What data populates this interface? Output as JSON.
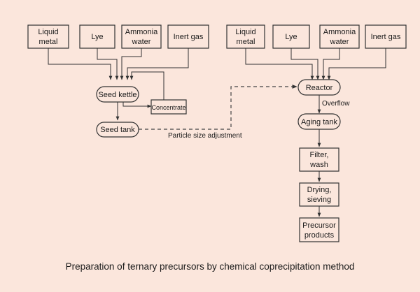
{
  "left_inputs": [
    {
      "line1": "Liquid",
      "line2": "metal"
    },
    {
      "line1": "Lye",
      "line2": ""
    },
    {
      "line1": "Ammonia",
      "line2": "water"
    },
    {
      "line1": "Inert gas",
      "line2": ""
    }
  ],
  "right_inputs": [
    {
      "line1": "Liquid",
      "line2": "metal"
    },
    {
      "line1": "Lye",
      "line2": ""
    },
    {
      "line1": "Ammonia",
      "line2": "water"
    },
    {
      "line1": "Inert gas",
      "line2": ""
    }
  ],
  "seed_kettle": "Seed kettle",
  "concentrate": "Concentrate",
  "seed_tank": "Seed tank",
  "particle_size_label": "Particle size adjustment",
  "reactor": "Reactor",
  "overflow_label": "Overflow",
  "aging_tank": "Aging tank",
  "filter": {
    "line1": "Filter,",
    "line2": "wash"
  },
  "drying": {
    "line1": "Drying,",
    "line2": "sieving"
  },
  "precursor": {
    "line1": "Precursor",
    "line2": "products"
  },
  "caption": "Preparation of ternary precursors by chemical coprecipitation method",
  "colors": {
    "background": "#fbe6dc",
    "stroke": "#333333"
  }
}
